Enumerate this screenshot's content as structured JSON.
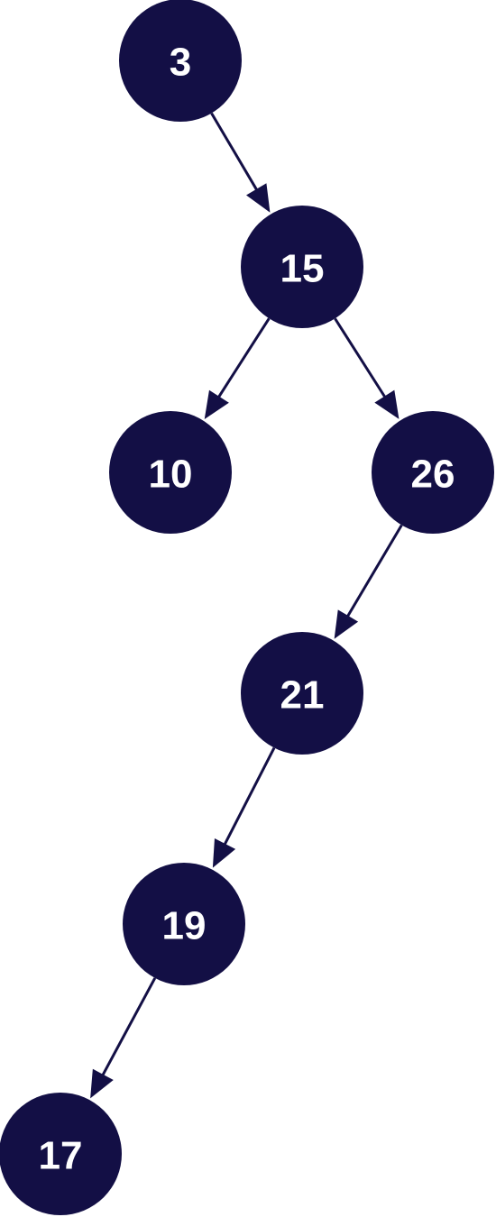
{
  "colors": {
    "node_fill": "#130f45",
    "label": "#ffffff",
    "edge": "#130f45",
    "background": "#ffffff"
  },
  "nodes": [
    {
      "id": "n3",
      "label": "3"
    },
    {
      "id": "n15",
      "label": "15"
    },
    {
      "id": "n10",
      "label": "10"
    },
    {
      "id": "n26",
      "label": "26"
    },
    {
      "id": "n21",
      "label": "21"
    },
    {
      "id": "n19",
      "label": "19"
    },
    {
      "id": "n17",
      "label": "17"
    }
  ],
  "edges": [
    {
      "from": "n3",
      "to": "n15"
    },
    {
      "from": "n15",
      "to": "n10"
    },
    {
      "from": "n15",
      "to": "n26"
    },
    {
      "from": "n26",
      "to": "n21"
    },
    {
      "from": "n21",
      "to": "n19"
    },
    {
      "from": "n19",
      "to": "n17"
    }
  ]
}
